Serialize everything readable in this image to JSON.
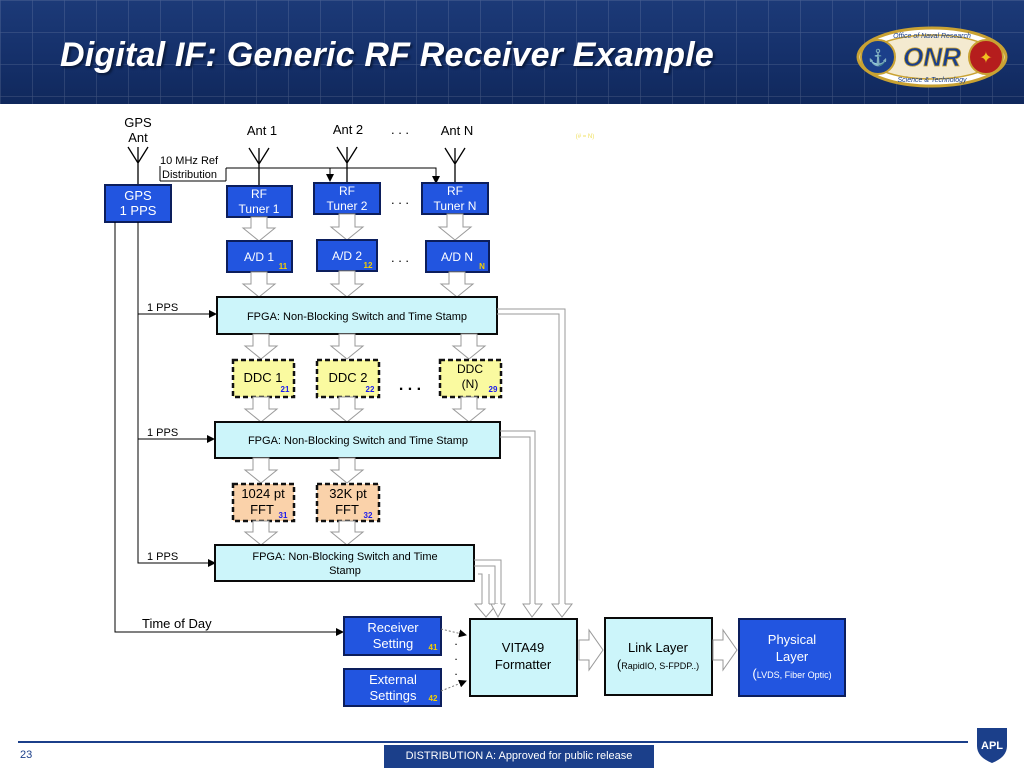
{
  "slide": {
    "title": "Digital IF: Generic RF Receiver Example",
    "page_number": "23",
    "distribution": "DISTRIBUTION A: Approved for public release",
    "onr_logo": {
      "letters": "ONR",
      "ring_top": "Office of Naval Research",
      "ring_bottom": "Science & Technology"
    },
    "apl_logo": "APL"
  },
  "diagram": {
    "antennas": {
      "gps_line1": "GPS",
      "gps_line2": "Ant",
      "ant1": "Ant 1",
      "ant2": "Ant 2",
      "antN": "Ant N",
      "dots": ". . ."
    },
    "faint_note": "(# = N)",
    "ref": {
      "line1": "10 MHz Ref",
      "line2": "Distribution"
    },
    "gps_box": {
      "line1": "GPS",
      "line2": "1 PPS"
    },
    "tuners": [
      {
        "line1": "RF",
        "line2": "Tuner 1"
      },
      {
        "line1": "RF",
        "line2": "Tuner 2"
      },
      {
        "line1": "RF",
        "line2": "Tuner N"
      }
    ],
    "tuner_dots": ". . .",
    "adcs": [
      {
        "label": "A/D 1",
        "num": "11"
      },
      {
        "label": "A/D 2",
        "num": "12"
      },
      {
        "label": "A/D N",
        "num": "N"
      }
    ],
    "adc_dots": ". . .",
    "pps_labels": [
      "1 PPS",
      "1 PPS",
      "1 PPS"
    ],
    "fpga1": "FPGA:  Non-Blocking Switch and Time Stamp",
    "fpga2": "FPGA:  Non-Blocking Switch and Time Stamp",
    "fpga3_line1": "FPGA:  Non-Blocking Switch and Time",
    "fpga3_line2": "Stamp",
    "ddcs": [
      {
        "line1": "DDC 1",
        "line2": "",
        "num": "21"
      },
      {
        "line1": "DDC 2",
        "line2": "",
        "num": "22"
      },
      {
        "line1": "DDC",
        "line2": "(N)",
        "num": "29"
      }
    ],
    "ddc_dots": ".   .   .",
    "ffts": [
      {
        "line1": "1024 pt",
        "line2": "FFT",
        "num": "31"
      },
      {
        "line1": "32K pt",
        "line2": "FFT",
        "num": "32"
      }
    ],
    "time_of_day": "Time of Day",
    "receiver_setting": {
      "line1": "Receiver",
      "line2": "Setting",
      "num": "41"
    },
    "external_settings": {
      "line1": "External",
      "line2": "Settings",
      "num": "42"
    },
    "vita": {
      "line1": "VITA49",
      "line2": "Formatter"
    },
    "link": {
      "line1": "Link Layer",
      "line2_prefix": "(",
      "line2_small": "RapidIO, S-FPDP..)"
    },
    "physical": {
      "line1": "Physical",
      "line2": "Layer",
      "line3_prefix": "(",
      "line3_small": "LVDS, Fiber Optic)"
    },
    "colors": {
      "header_blue": "#16326e",
      "box_blue": "#2255e0",
      "box_light": "#ccf5fa",
      "ddc_yellow": "#fafaa0",
      "fft_orange": "#fad2aa",
      "num_blue": "#1a1aee",
      "num_yellow": "#f5d000"
    }
  }
}
